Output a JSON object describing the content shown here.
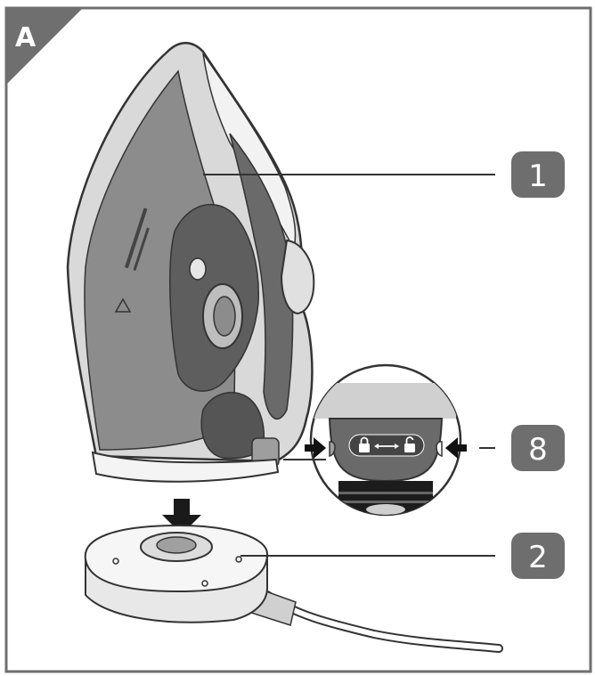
{
  "figure": {
    "corner_label": "A",
    "callouts": [
      {
        "id": "iron-body",
        "label": "1"
      },
      {
        "id": "lock-slider",
        "label": "8"
      },
      {
        "id": "charging-base",
        "label": "2"
      }
    ]
  },
  "colors": {
    "frame": "#6f6f6f",
    "callout_fill": "#6e6e6e",
    "iron_dark": "#6a6a6a",
    "iron_mid": "#8c8c8c",
    "iron_light": "#d9d9d9",
    "line": "#333333"
  }
}
